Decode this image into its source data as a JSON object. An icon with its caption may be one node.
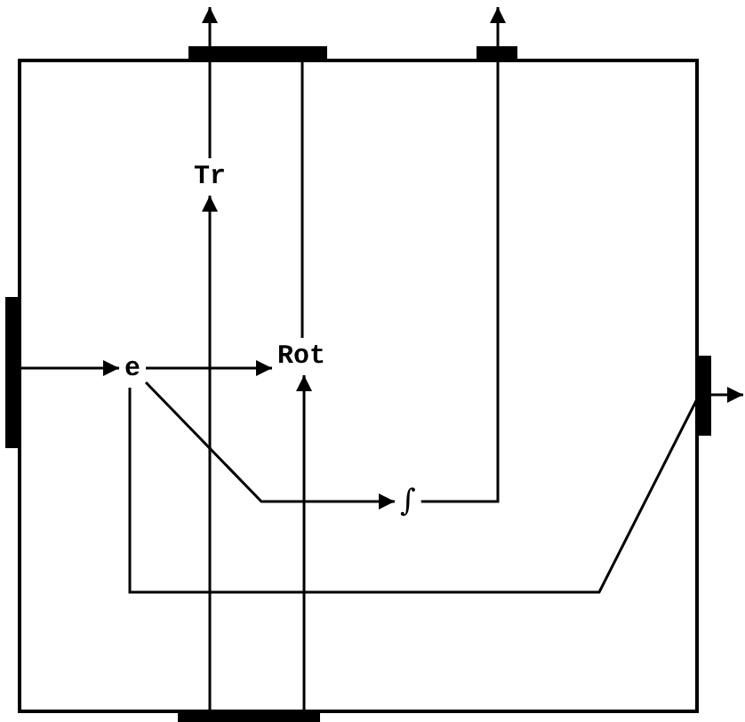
{
  "diagram": {
    "nodes": [
      {
        "text": [],
        "shape": "box"
      },
      {
        "text": [],
        "shape": "bar"
      },
      {
        "text": [],
        "shape": "bar"
      },
      {
        "text": [],
        "shape": "bar"
      },
      {
        "text": [],
        "shape": "bar"
      },
      {
        "text": [],
        "shape": "bar"
      },
      {
        "text": [
          "Tr"
        ],
        "in": 0
      },
      {
        "text": [
          "e"
        ],
        "in": 0
      },
      {
        "text": [
          "Rot"
        ],
        "in": 0
      },
      {
        "text": [
          "∫"
        ],
        "in": 0
      }
    ],
    "edges": [
      {
        "from": 3,
        "to": 7,
        "arrow": "to"
      },
      {
        "from": 7,
        "to": 8,
        "arrow": "to"
      },
      {
        "from": 5,
        "to": 6,
        "arrow": "to"
      },
      {
        "from": 5,
        "to": 8,
        "arrow": "to"
      },
      {
        "from": 6,
        "to": 1,
        "arrow": "none"
      },
      {
        "from": 1,
        "to": null,
        "arrow": "to"
      },
      {
        "from": 8,
        "to": 1,
        "arrow": "none"
      },
      {
        "from": 7,
        "to": 9,
        "arrow": "to"
      },
      {
        "from": 9,
        "to": 2,
        "arrow": "none"
      },
      {
        "from": 2,
        "to": null,
        "arrow": "to"
      },
      {
        "from": 7,
        "to": 4,
        "arrow": "none"
      },
      {
        "from": 4,
        "to": null,
        "arrow": "to"
      }
    ]
  }
}
